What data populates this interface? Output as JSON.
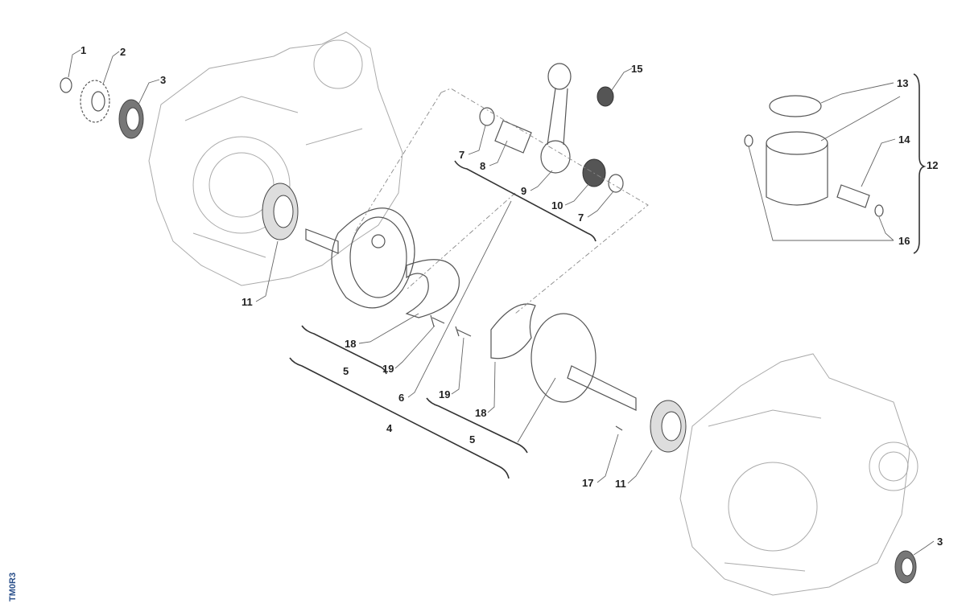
{
  "drawing_code": "TM0R3",
  "callouts": [
    {
      "id": "c1",
      "text": "1"
    },
    {
      "id": "c2",
      "text": "2"
    },
    {
      "id": "c3a",
      "text": "3"
    },
    {
      "id": "c15",
      "text": "15"
    },
    {
      "id": "c13",
      "text": "13"
    },
    {
      "id": "c14",
      "text": "14"
    },
    {
      "id": "c12",
      "text": "12"
    },
    {
      "id": "c16",
      "text": "16"
    },
    {
      "id": "c7a",
      "text": "7"
    },
    {
      "id": "c8",
      "text": "8"
    },
    {
      "id": "c9",
      "text": "9"
    },
    {
      "id": "c10",
      "text": "10"
    },
    {
      "id": "c7b",
      "text": "7"
    },
    {
      "id": "c11a",
      "text": "11"
    },
    {
      "id": "c18a",
      "text": "18"
    },
    {
      "id": "c5a",
      "text": "5"
    },
    {
      "id": "c19a",
      "text": "19"
    },
    {
      "id": "c6",
      "text": "6"
    },
    {
      "id": "c4",
      "text": "4"
    },
    {
      "id": "c19b",
      "text": "19"
    },
    {
      "id": "c18b",
      "text": "18"
    },
    {
      "id": "c5b",
      "text": "5"
    },
    {
      "id": "c17",
      "text": "17"
    },
    {
      "id": "c11b",
      "text": "11"
    },
    {
      "id": "c3b",
      "text": "3"
    }
  ]
}
